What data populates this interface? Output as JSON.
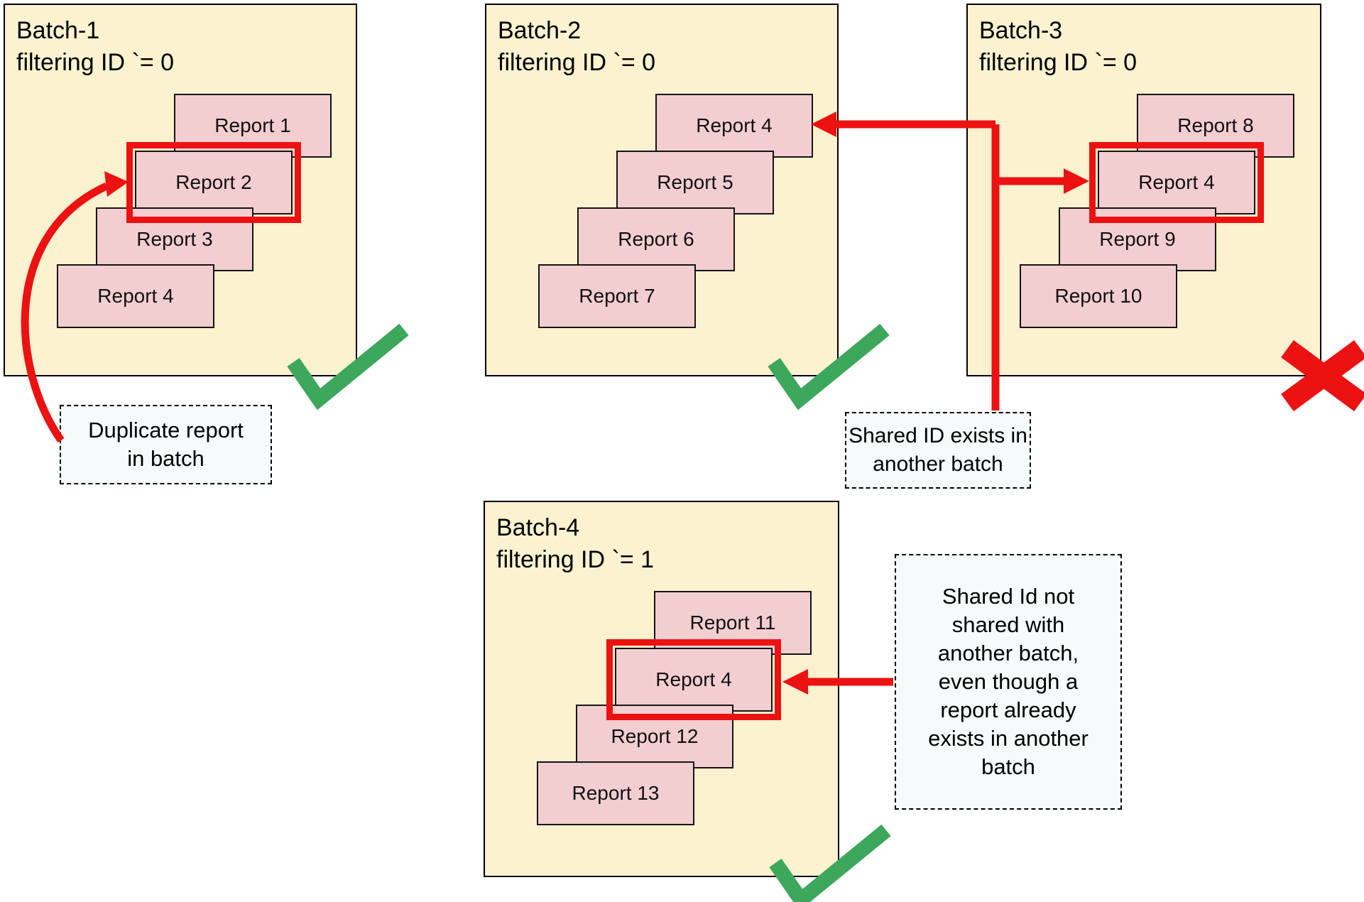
{
  "diagram": {
    "batches": [
      {
        "title": "Batch-1",
        "subtitle": "filtering ID `= 0",
        "reports": [
          "Report 1",
          "Report 2",
          "Report 3",
          "Report 4"
        ],
        "highlighted_report": "Report 2",
        "status": "valid"
      },
      {
        "title": "Batch-2",
        "subtitle": "filtering ID `= 0",
        "reports": [
          "Report 4",
          "Report 5",
          "Report 6",
          "Report 7"
        ],
        "highlighted_report": null,
        "status": "valid"
      },
      {
        "title": "Batch-3",
        "subtitle": "filtering ID `= 0",
        "reports": [
          "Report 8",
          "Report 4",
          "Report 9",
          "Report 10"
        ],
        "highlighted_report": "Report 4",
        "status": "invalid"
      },
      {
        "title": "Batch-4",
        "subtitle": "filtering ID `= 1",
        "reports": [
          "Report 11",
          "Report 4",
          "Report 12",
          "Report 13"
        ],
        "highlighted_report": "Report 4",
        "status": "valid"
      }
    ],
    "annotations": {
      "duplicate": "Duplicate report in batch",
      "shared_exists": "Shared ID exists in another batch",
      "shared_not": "Shared Id not shared with another batch, even though a report already exists in another batch"
    },
    "colors": {
      "batch_fill": "#FCF2CF",
      "report_fill": "#F3CED1",
      "highlight_red": "#EC1212",
      "check_green": "#3DA75C",
      "note_fill": "#F7FAFB"
    }
  }
}
